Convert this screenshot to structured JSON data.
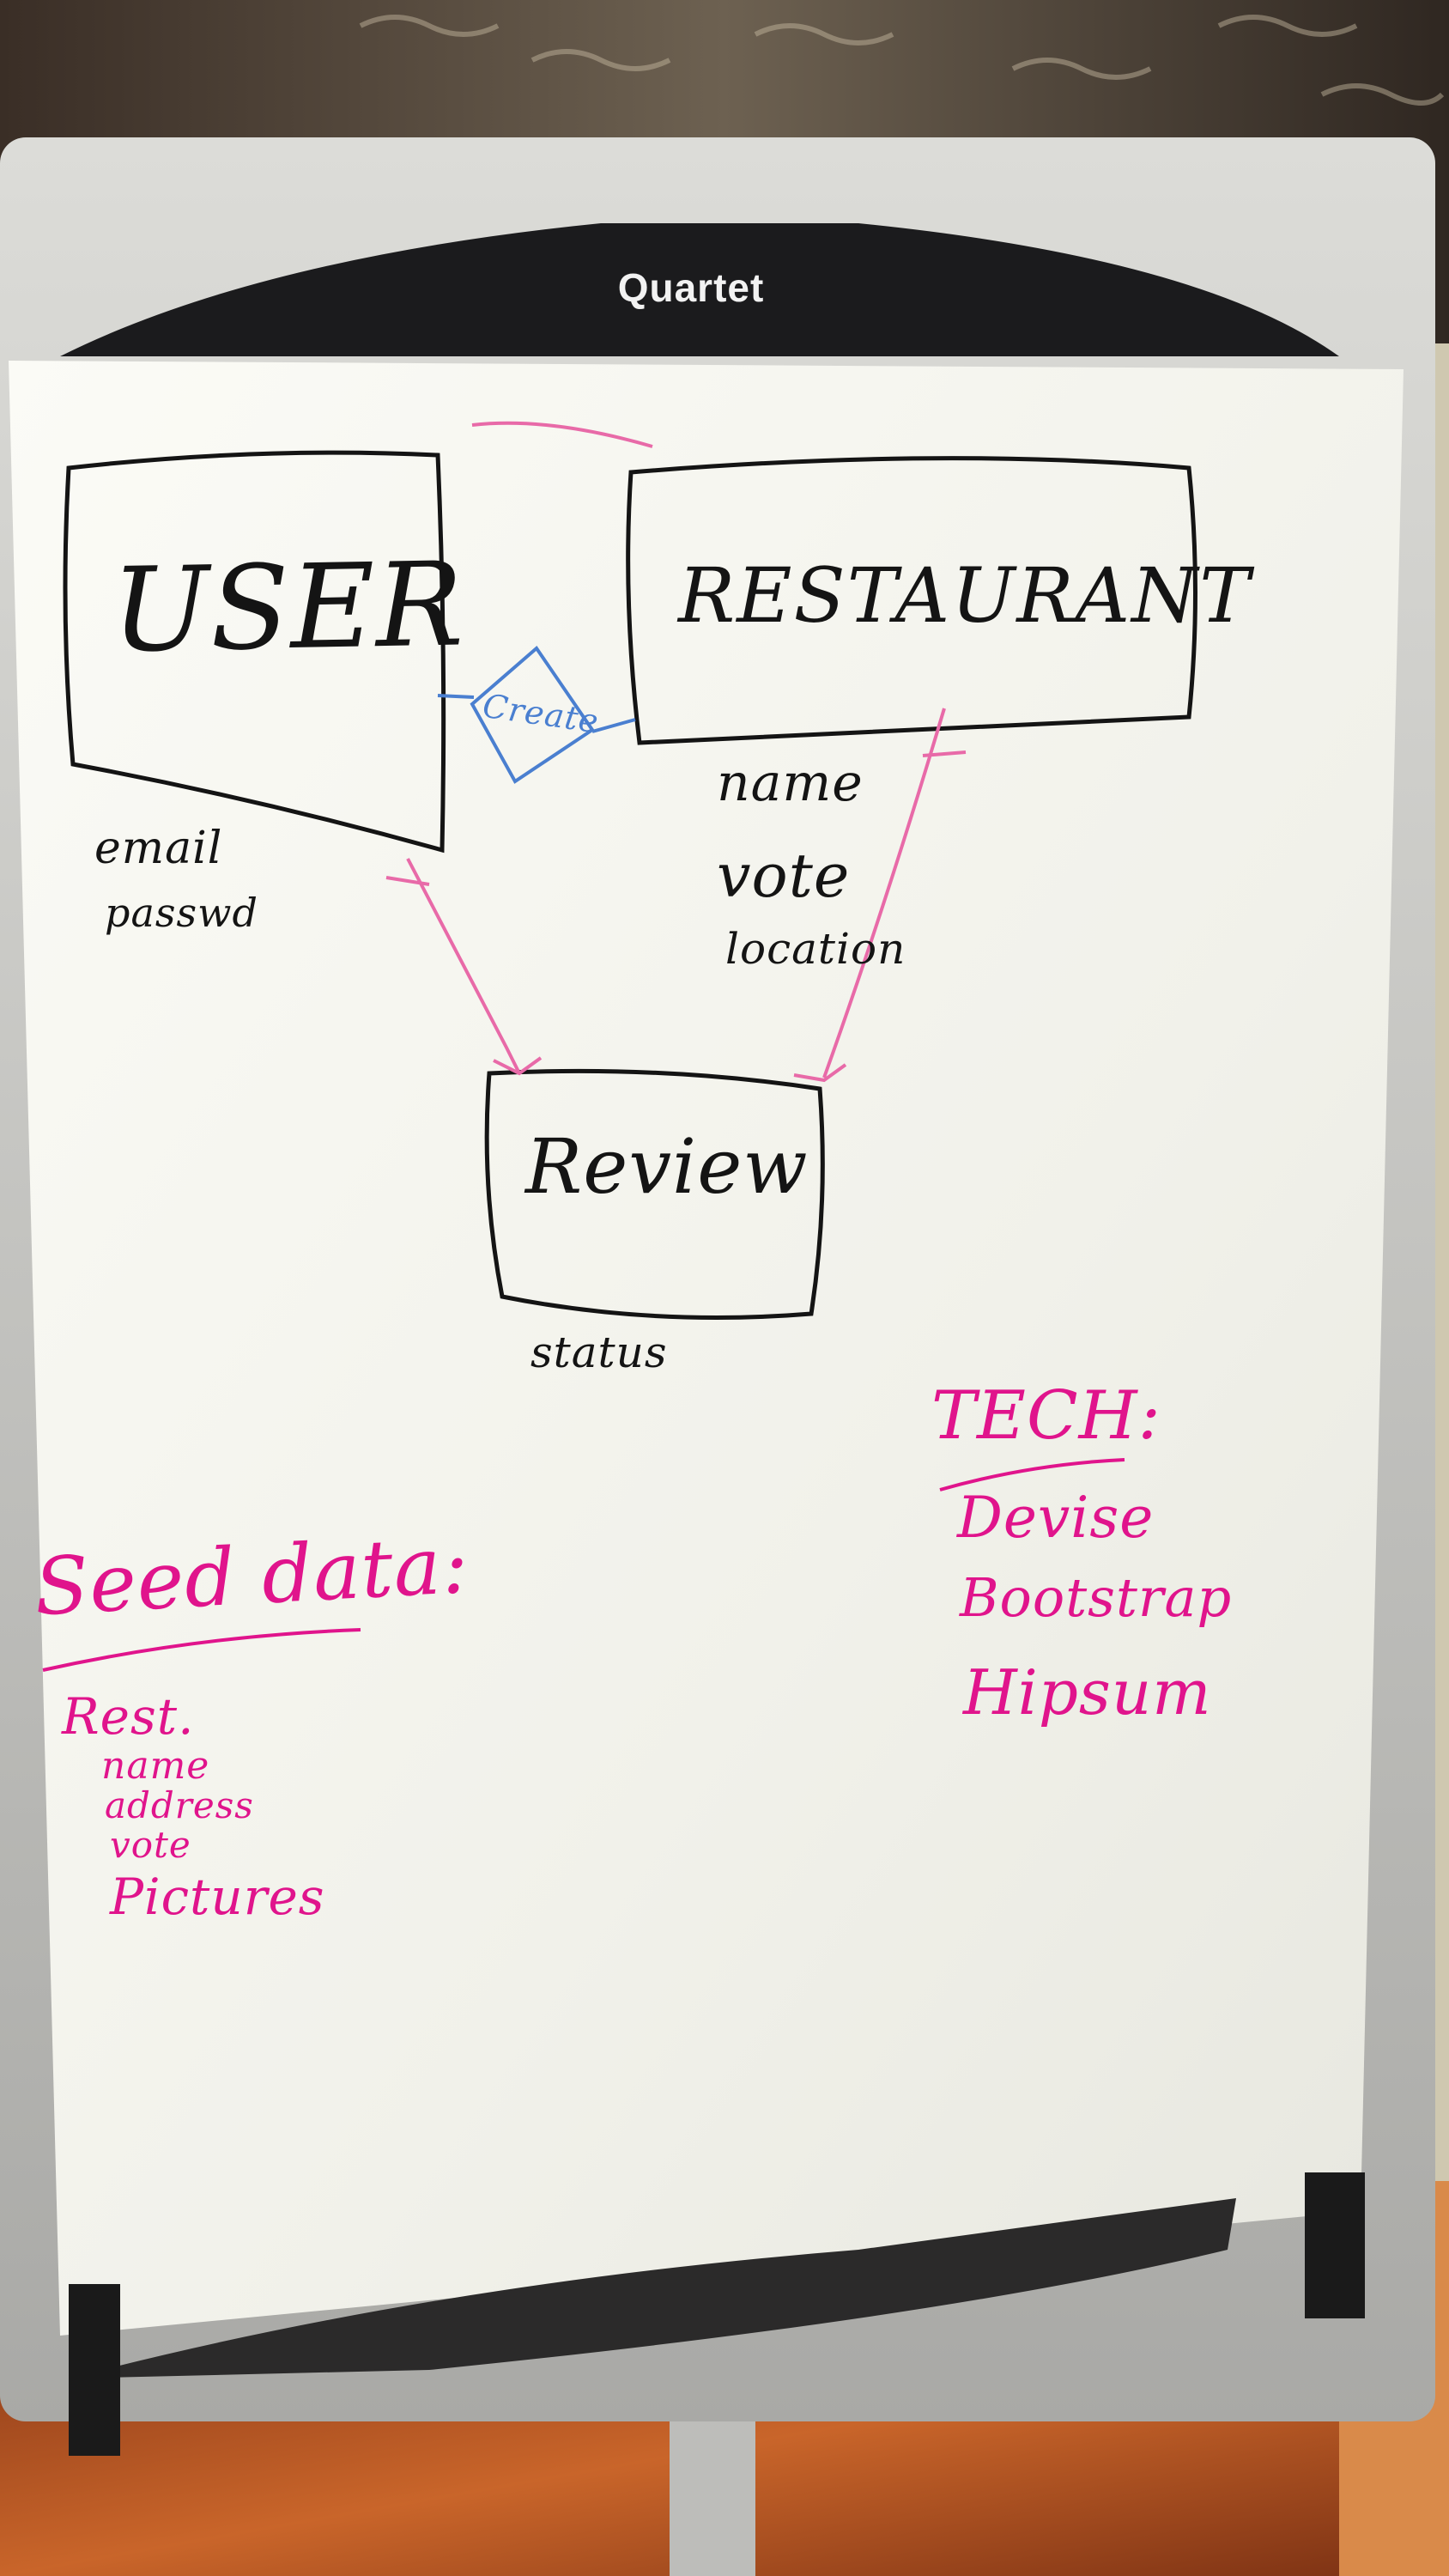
{
  "brand": "Quartet",
  "diagram": {
    "entities": {
      "user": {
        "title": "USER",
        "attributes": [
          "email",
          "passwd"
        ]
      },
      "restaurant": {
        "title": "RESTAURANT",
        "attributes": [
          "name",
          "vote",
          "location"
        ]
      },
      "review": {
        "title": "Review",
        "attributes": [
          "status"
        ]
      }
    },
    "relationship": {
      "label": "Create"
    }
  },
  "seed_data": {
    "heading": "Seed data:",
    "items": [
      "Rest.",
      "name",
      "address",
      "vote",
      "Pictures"
    ]
  },
  "tech": {
    "heading": "TECH:",
    "items": [
      "Devise",
      "Bootstrap",
      "Hipsum"
    ]
  },
  "colors": {
    "board": "#f4f4ef",
    "frame": "#c9c9c5",
    "header_bar": "#1b1b1d",
    "marker_black": "#141414",
    "marker_pink": "#e0148c",
    "marker_blue": "#4a7fd0",
    "floor": "#b5531f"
  }
}
